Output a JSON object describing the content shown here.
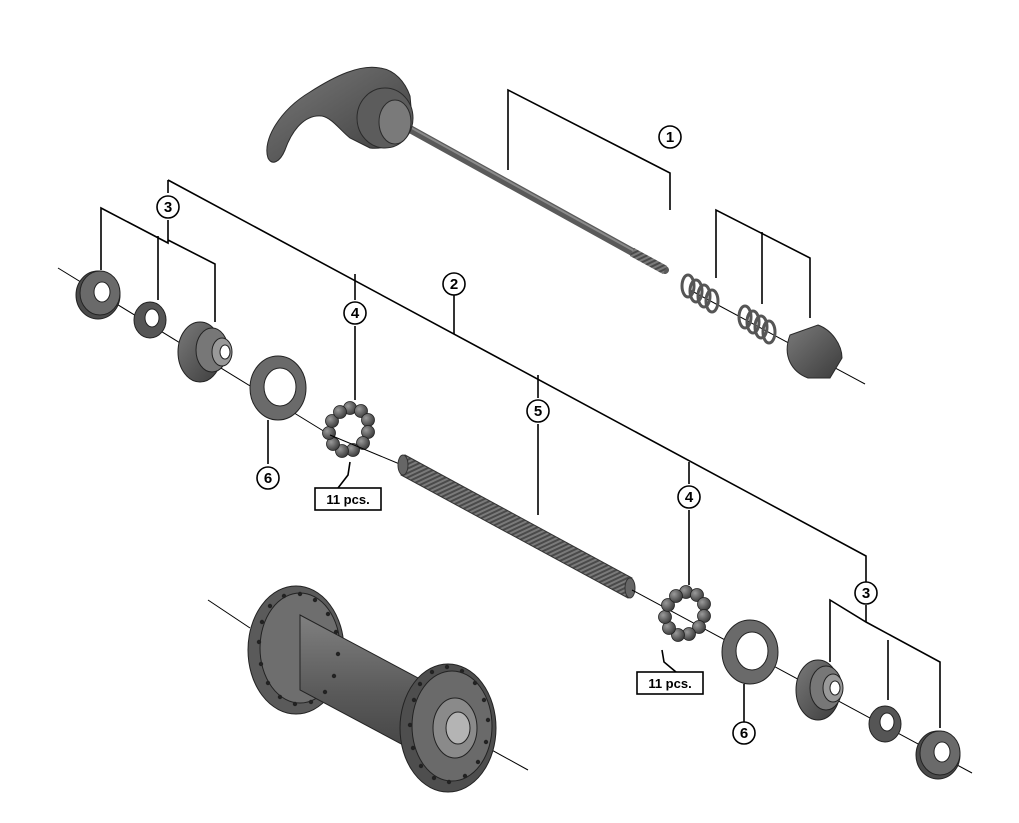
{
  "diagram": {
    "callouts": {
      "c1": "1",
      "c2": "2",
      "c3a": "3",
      "c3b": "3",
      "c4a": "4",
      "c4b": "4",
      "c5": "5",
      "c6a": "6",
      "c6b": "6"
    },
    "quantity_labels": {
      "left": "11 pcs.",
      "right": "11 pcs."
    },
    "colors": {
      "part_dark": "#4a4a4a",
      "part_mid": "#6a6a6a",
      "part_light": "#8c8c8c",
      "line": "#000000"
    }
  }
}
